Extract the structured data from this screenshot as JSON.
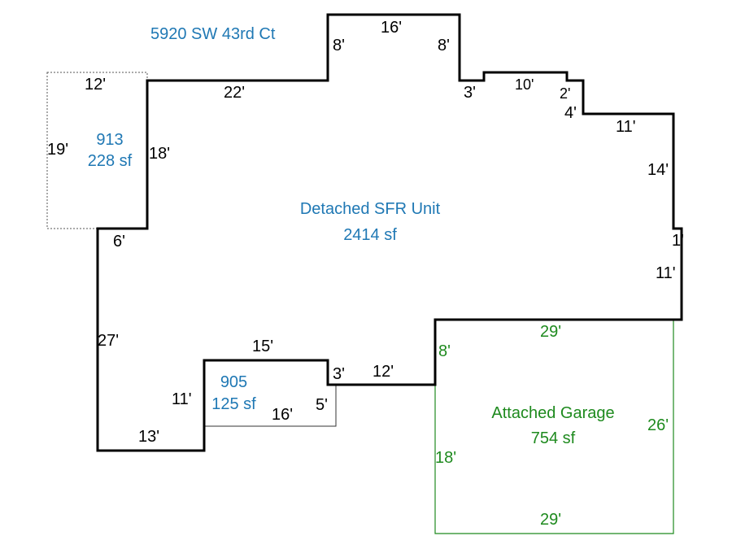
{
  "address": "5920 SW 43rd Ct",
  "main_unit": {
    "name": "Detached SFR Unit",
    "area": "2414 sf"
  },
  "area_913": {
    "name": "913",
    "area": "228 sf",
    "dims": [
      "12'",
      "19'",
      "18'",
      "6'"
    ]
  },
  "area_905": {
    "name": "905",
    "area": "125 sf",
    "dims": [
      "15'",
      "11'",
      "16'",
      "5'",
      "3'",
      "13'"
    ]
  },
  "garage": {
    "name": "Attached Garage",
    "area": "754 sf",
    "dims": [
      "29'",
      "8'",
      "18'",
      "26'",
      "29'"
    ]
  },
  "main_dims": [
    "22'",
    "8'",
    "16'",
    "8'",
    "3'",
    "10'",
    "2'",
    "4'",
    "11'",
    "14'",
    "1'",
    "11'",
    "12'",
    "27'"
  ],
  "colors": {
    "outline": "#000000",
    "label_blue": "#1f78b4",
    "garage_green": "#1e8a1e"
  }
}
